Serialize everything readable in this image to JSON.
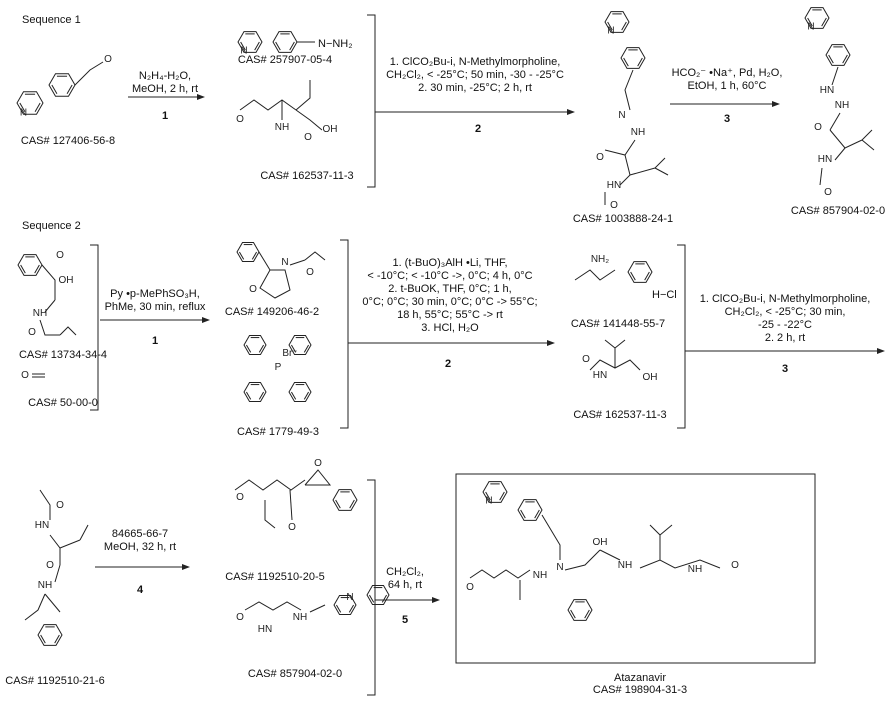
{
  "sequence1": {
    "title": "Sequence 1",
    "start_cas": "CAS# 127406-56-8",
    "step1": {
      "lines": [
        "N₂H₄-H₂O,",
        "MeOH, 2 h, rt"
      ],
      "number": "1"
    },
    "hydrazone_cas": "CAS# 257907-05-4",
    "hydrazone_group": "N−NH₂",
    "boc_tle_cas": "CAS# 162537-11-3",
    "step2": {
      "lines": [
        "1. ClCO₂Bu-i, N-Methylmorpholine,",
        "CH₂Cl₂, < -25°C; 50 min, -30 - -25°C",
        "2. 30 min, -25°C; 2 h, rt"
      ],
      "number": "2"
    },
    "intermediate_cas": "CAS# 1003888-24-1",
    "step3": {
      "lines": [
        "HCO₂⁻ •Na⁺, Pd, H₂O,",
        "EtOH, 1 h, 60°C"
      ],
      "number": "3"
    },
    "product_cas": "CAS# 857904-02-0"
  },
  "sequence2": {
    "title": "Sequence 2",
    "boc_phe_cas": "CAS# 13734-34-4",
    "formaldehyde_cas": "CAS# 50-00-0",
    "step1": {
      "lines": [
        "Py •p-MePhSO₃H,",
        "PhMe, 30 min, reflux"
      ],
      "number": "1"
    },
    "oxazolidinone_cas": "CAS# 149206-46-2",
    "phosphonium_cas": "CAS# 1779-49-3",
    "step2": {
      "lines": [
        "1. (t-BuO)₃AlH •Li, THF,",
        "< -10°C; < -10°C ->, 0°C; 4 h, 0°C",
        "2. t-BuOK, THF, 0°C; 1 h,",
        "0°C; 0°C; 30 min, 0°C; 0°C -> 55°C;",
        "18 h, 55°C; 55°C -> rt",
        "3. HCl, H₂O"
      ],
      "number": "2"
    },
    "amine_hcl": "H−Cl",
    "amine_cas": "CAS# 141448-55-7",
    "boc_tle_cas": "CAS# 162537-11-3",
    "step3": {
      "lines": [
        "1. ClCO₂Bu-i, N-Methylmorpholine,",
        "CH₂Cl₂, < -25°C; 30 min,",
        "-25 - -22°C",
        "2. 2 h, rt"
      ],
      "number": "3"
    }
  },
  "sequence3": {
    "amide_cas": "CAS# 1192510-21-6",
    "step4": {
      "lines": [
        "84665-66-7",
        "MeOH, 32 h, rt"
      ],
      "number": "4"
    },
    "epoxide_cas": "CAS# 1192510-20-5",
    "hydrazide_cas": "CAS# 857904-02-0",
    "step5": {
      "lines": [
        "CH₂Cl₂,",
        "64 h, rt"
      ],
      "number": "5"
    },
    "final_name": "Atazanavir",
    "final_cas": "CAS# 198904-31-3"
  }
}
